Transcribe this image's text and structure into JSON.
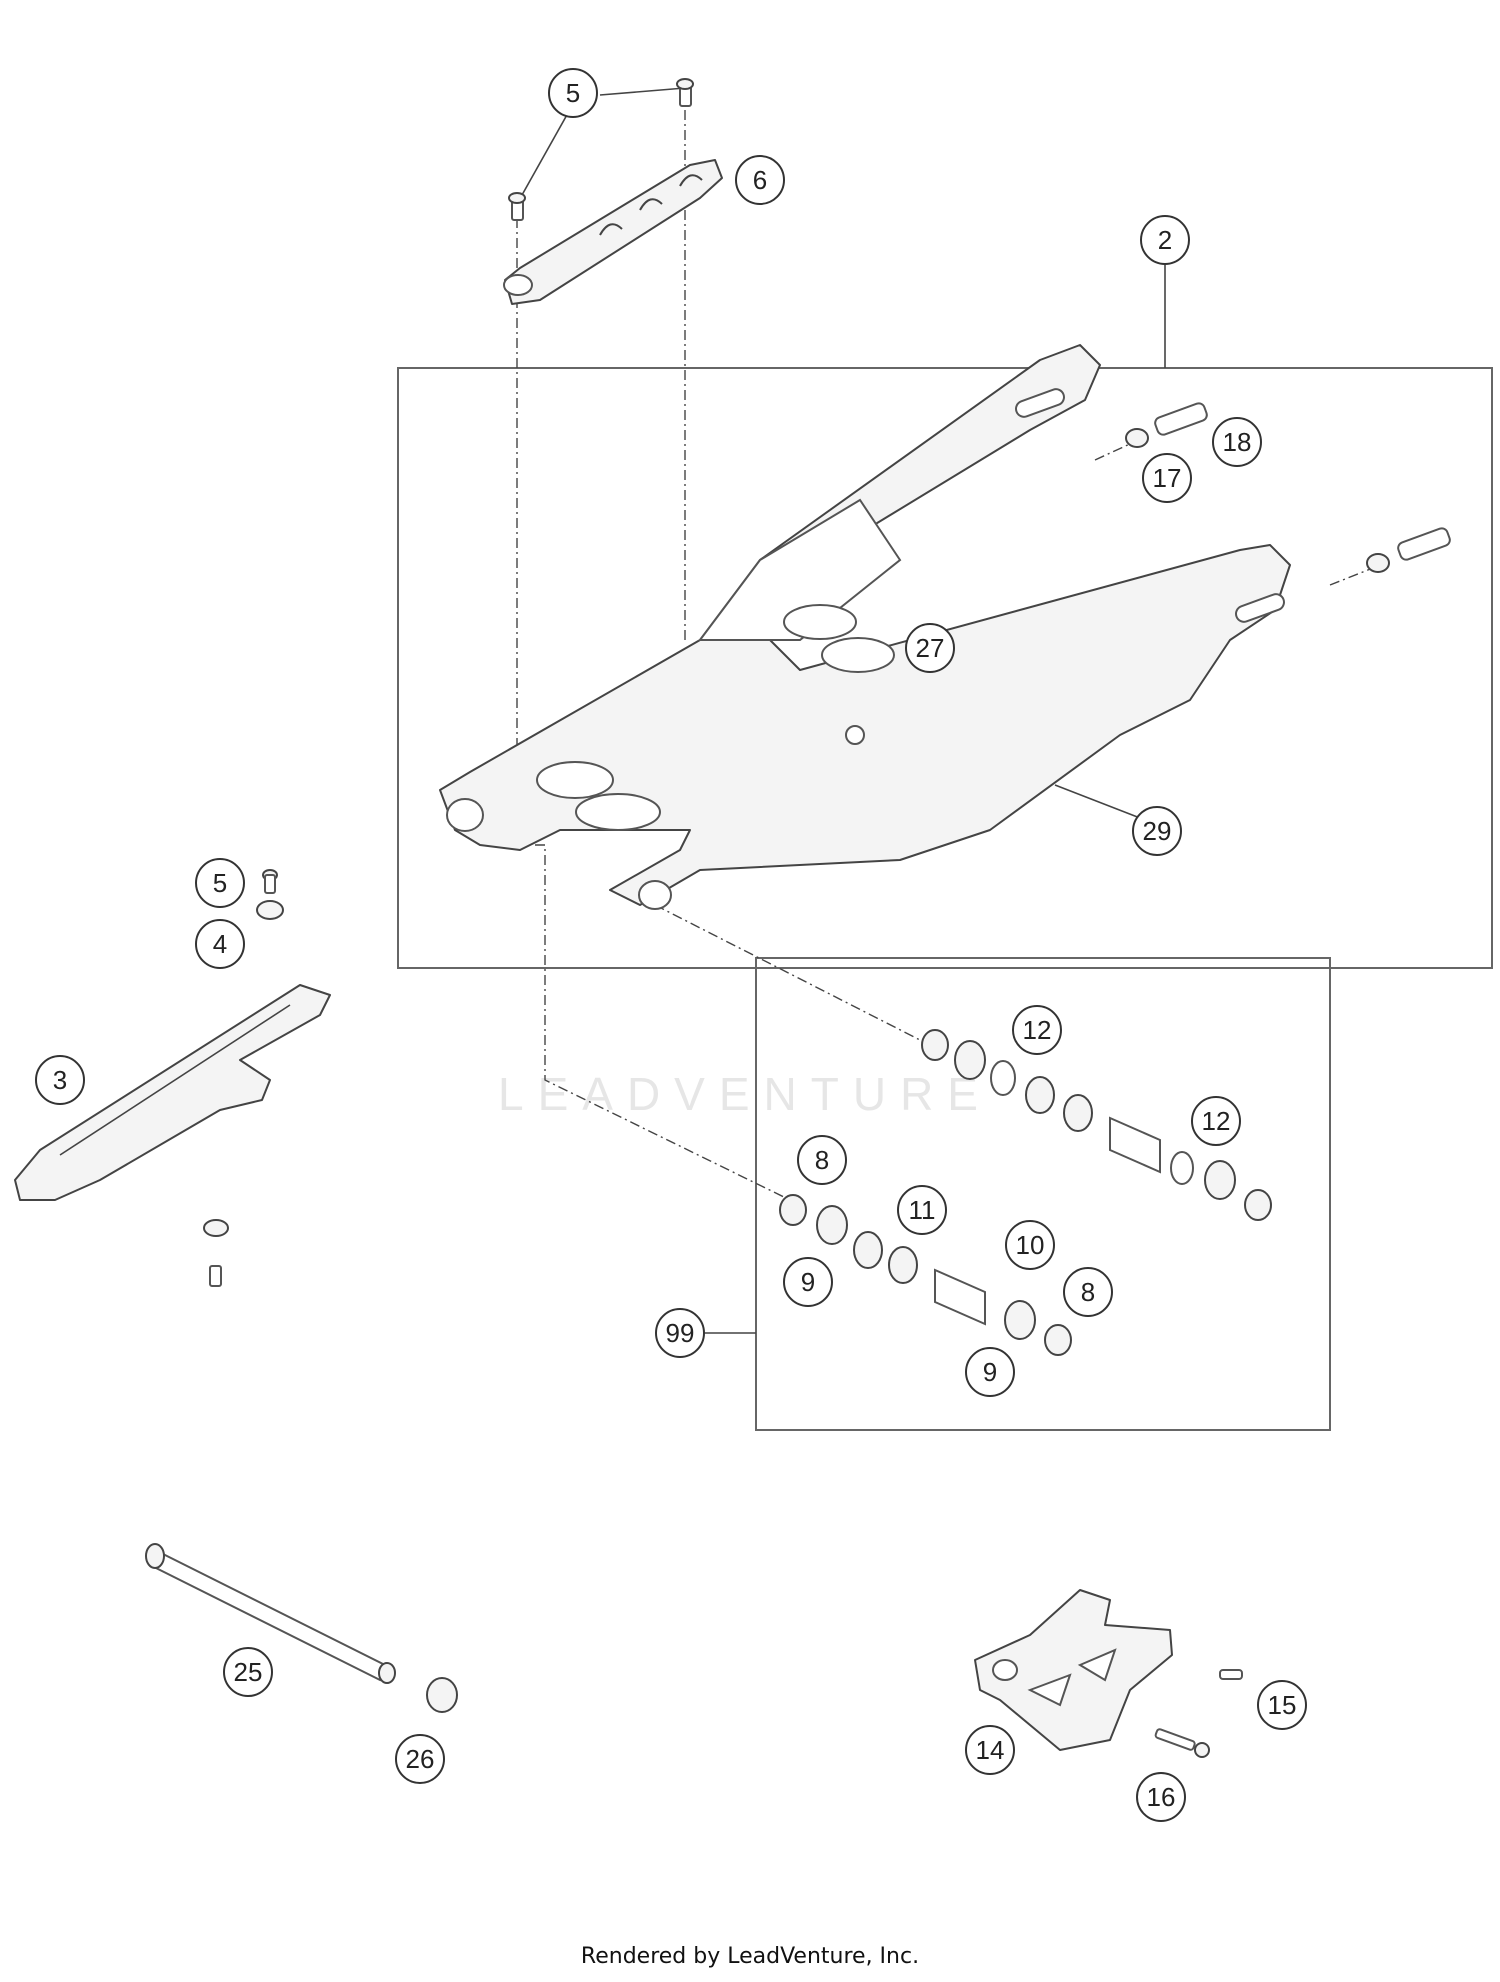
{
  "watermark": "LEADVENTURE",
  "footer": "Rendered by LeadVenture, Inc.",
  "callouts": {
    "c5a": "5",
    "c6": "6",
    "c2": "2",
    "c18": "18",
    "c17": "17",
    "c27": "27",
    "c29": "29",
    "c5b": "5",
    "c4": "4",
    "c3": "3",
    "c12a": "12",
    "c12b": "12",
    "c8a": "8",
    "c11": "11",
    "c10": "10",
    "c9a": "9",
    "c8b": "8",
    "c9b": "9",
    "c99": "99",
    "c25": "25",
    "c26": "26",
    "c14": "14",
    "c15": "15",
    "c16": "16"
  }
}
